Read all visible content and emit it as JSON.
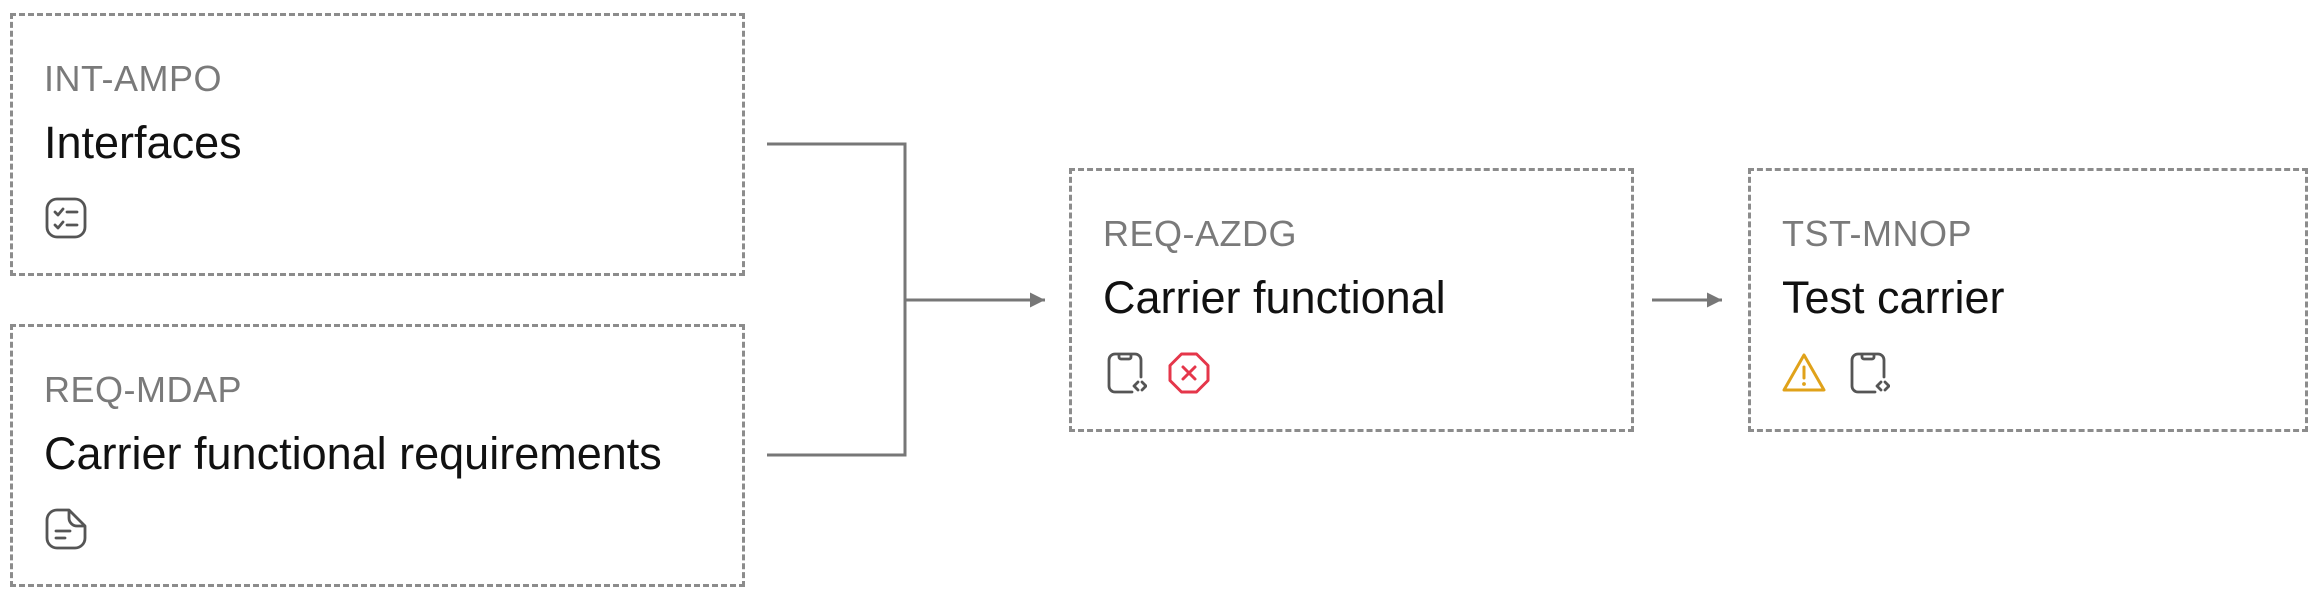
{
  "nodes": [
    {
      "code": "INT-AMPO",
      "title": "Interfaces",
      "icons": [
        "checklist-icon"
      ]
    },
    {
      "code": "REQ-MDAP",
      "title": "Carrier functional requirements",
      "icons": [
        "document-icon"
      ]
    },
    {
      "code": "REQ-AZDG",
      "title": "Carrier functional",
      "icons": [
        "code-file-icon",
        "error-octagon-icon"
      ]
    },
    {
      "code": "TST-MNOP",
      "title": "Test carrier",
      "icons": [
        "warning-triangle-icon",
        "code-file-icon"
      ]
    }
  ],
  "colors": {
    "border": "#8c8c8c",
    "code_text": "#7a7a7a",
    "title_text": "#111111",
    "icon_stroke": "#555555",
    "error": "#e5364a",
    "warning": "#e0a21a"
  }
}
